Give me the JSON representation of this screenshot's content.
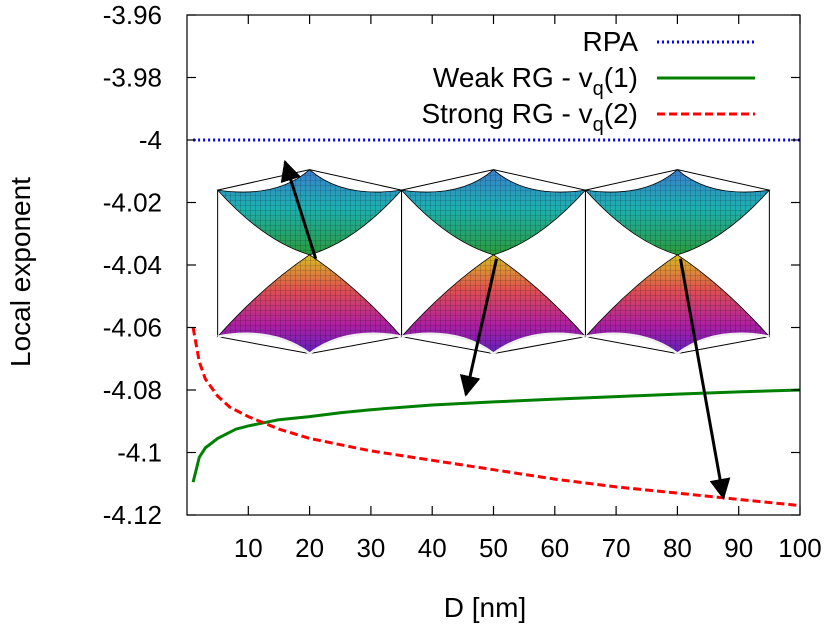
{
  "chart_data": {
    "type": "line",
    "xlabel": "D [nm]",
    "ylabel": "Local exponent",
    "xlim": [
      0,
      100
    ],
    "ylim": [
      -4.12,
      -3.96
    ],
    "xticks": [
      10,
      20,
      30,
      40,
      50,
      60,
      70,
      80,
      90,
      100
    ],
    "xtick_labels": [
      "10",
      "20",
      "30",
      "40",
      "50",
      "60",
      "70",
      "80",
      "90",
      "100"
    ],
    "yticks": [
      -3.96,
      -3.98,
      -4.0,
      -4.02,
      -4.04,
      -4.06,
      -4.08,
      -4.1,
      -4.12
    ],
    "ytick_labels": [
      "-3.96",
      "-3.98",
      "-4",
      "-4.02",
      "-4.04",
      "-4.06",
      "-4.08",
      "-4.1",
      "-4.12"
    ],
    "grid": false,
    "legend_position": "top-right",
    "legend": [
      {
        "label": "RPA",
        "sub": "",
        "suffix": "",
        "series": 0
      },
      {
        "label": "Weak RG - v",
        "sub": "q",
        "suffix": "(1)",
        "series": 1
      },
      {
        "label": "Strong RG - v",
        "sub": "q",
        "suffix": "(2)",
        "series": 2
      }
    ],
    "series": [
      {
        "color": "#0000ff",
        "style": "dotted",
        "x": [
          1,
          100
        ],
        "y": [
          -4.0,
          -4.0
        ]
      },
      {
        "color": "#008000",
        "style": "solid",
        "x": [
          1,
          2,
          3,
          5,
          8,
          10,
          15,
          20,
          25,
          30,
          40,
          50,
          60,
          70,
          80,
          90,
          100
        ],
        "y": [
          -4.1095,
          -4.1015,
          -4.0985,
          -4.0955,
          -4.0925,
          -4.0915,
          -4.0895,
          -4.0885,
          -4.0873,
          -4.0863,
          -4.0848,
          -4.0838,
          -4.0829,
          -4.0821,
          -4.0813,
          -4.0806,
          -4.08
        ]
      },
      {
        "color": "#ff0000",
        "style": "dashed",
        "x": [
          1,
          2,
          3,
          5,
          7,
          10,
          15,
          20,
          25,
          30,
          40,
          50,
          60,
          70,
          80,
          90,
          100
        ],
        "y": [
          -4.06,
          -4.071,
          -4.0765,
          -4.082,
          -4.0855,
          -4.0885,
          -4.0925,
          -4.0955,
          -4.0975,
          -4.0995,
          -4.1025,
          -4.1055,
          -4.1085,
          -4.111,
          -4.113,
          -4.115,
          -4.117
        ]
      }
    ],
    "annotations": [
      {
        "type": "arrow",
        "from": [
          21,
          -4.038
        ],
        "to": [
          16,
          -4.007
        ]
      },
      {
        "type": "arrow",
        "from": [
          50.5,
          -4.038
        ],
        "to": [
          45.5,
          -4.0815
        ]
      },
      {
        "type": "arrow",
        "from": [
          80.5,
          -4.038
        ],
        "to": [
          87.5,
          -4.1145
        ]
      }
    ],
    "insets": [
      {
        "name": "dirac-cone-inset-1",
        "box_x": [
          5,
          35
        ],
        "box_y": [
          -4.064,
          -4.0095
        ]
      },
      {
        "name": "dirac-cone-inset-2",
        "box_x": [
          35,
          65
        ],
        "box_y": [
          -4.064,
          -4.0095
        ]
      },
      {
        "name": "dirac-cone-inset-3",
        "box_x": [
          65,
          95
        ],
        "box_y": [
          -4.064,
          -4.0095
        ]
      }
    ]
  }
}
